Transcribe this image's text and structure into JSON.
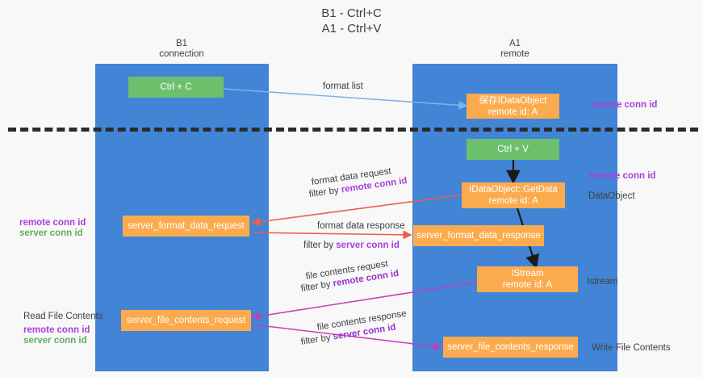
{
  "title": {
    "line1": "B1 - Ctrl+C",
    "line2": "A1 - Ctrl+V"
  },
  "lanes": [
    {
      "name": "B1",
      "sub": "connection"
    },
    {
      "name": "A1",
      "sub": "remote"
    }
  ],
  "nodes": {
    "ctrl_c": {
      "label": "Ctrl + C"
    },
    "save_dataobject": {
      "label": "保存IDataObject",
      "sub": "remote id: A"
    },
    "ctrl_v": {
      "label": "Ctrl + V"
    },
    "getdata": {
      "label": "IDataObject::GetData",
      "sub": "remote id: A"
    },
    "server_format_data_request": {
      "label": "server_format_data_request"
    },
    "server_format_data_response": {
      "label": "server_format_data_response"
    },
    "istream": {
      "label": "IStream",
      "sub": "remote id: A"
    },
    "server_file_contents_request": {
      "label": "server_file_contents_request"
    },
    "server_file_contents_response": {
      "label": "server_file_contents_response"
    }
  },
  "edge_labels": {
    "format_list": "format list",
    "format_data_request": "format data request",
    "format_data_request_filter_prefix": "filter by ",
    "format_data_request_filter_key": "remote conn id",
    "format_data_response": "format data response",
    "format_data_response_filter_prefix": "filter by ",
    "format_data_response_filter_key": "server conn id",
    "file_contents_request": "file contents request",
    "file_contents_request_filter_prefix": "filter by ",
    "file_contents_request_filter_key": "remote conn id",
    "file_contents_response": "file contents response",
    "file_contents_response_filter_prefix": "filter by ",
    "file_contents_response_filter_key": "server conn id"
  },
  "annotations": {
    "right_remote_conn_id_top": "remote conn id",
    "right_remote_conn_id_mid": "remote conn id",
    "right_dataobject": "DataObject",
    "right_istream": "Istream",
    "right_write_file_contents": "Write File Contents",
    "left_remote_conn_id_mid": "remote conn id",
    "left_server_conn_id_mid": "server conn id",
    "left_read_file_contents": "Read File Contents",
    "left_remote_conn_id_bottom": "remote conn id",
    "left_server_conn_id_bottom": "server conn id"
  },
  "colors": {
    "lane": "#4285d6",
    "green_node": "#6cc06c",
    "orange_node": "#fbab4e",
    "purple_text": "#a63fd9",
    "green_text": "#5fae5f",
    "arrow_blue": "#7eb3e8",
    "arrow_red": "#e8604c",
    "arrow_magenta": "#c23fb8",
    "arrow_black": "#1a1a1a",
    "background": "#f8f8f8"
  }
}
